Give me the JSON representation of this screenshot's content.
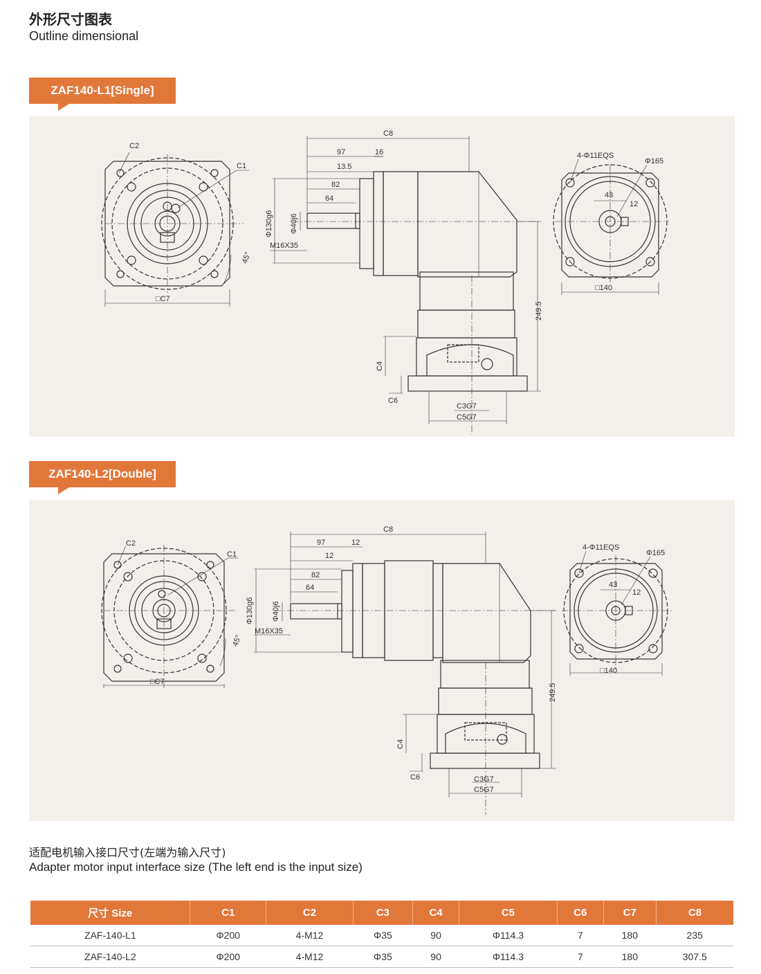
{
  "header": {
    "title_cn": "外形尺寸图表",
    "title_en": "Outline dimensional"
  },
  "drawing1": {
    "tag": "ZAF140-L1[Single]",
    "front_labels": {
      "c2": "C2",
      "c1": "C1",
      "c7": "□C7",
      "angle": "45°"
    },
    "side_labels": {
      "c8": "C8",
      "d97": "97",
      "d16": "16",
      "d13_5": "13.5",
      "d82": "82",
      "d64": "64",
      "phi130": "Φ130g6",
      "phi40": "Φ40j6",
      "m16": "M16X35",
      "d249_5": "249.5",
      "c4": "C4",
      "c6": "C6",
      "c3": "C3G7",
      "c5": "C5G7"
    },
    "rear_labels": {
      "holes": "4-Φ11EQS",
      "phi165": "Φ165",
      "d43": "43",
      "d12": "12",
      "sq140": "□140"
    }
  },
  "drawing2": {
    "tag": "ZAF140-L2[Double]",
    "front_labels": {
      "c2": "C2",
      "c1": "C1",
      "c7": "□C7",
      "angle": "45°"
    },
    "side_labels": {
      "c8": "C8",
      "d97": "97",
      "d12a": "12",
      "d12b": "12",
      "d82": "82",
      "d64": "64",
      "phi130": "Φ130g6",
      "phi40": "Φ40j6",
      "m16": "M16X35",
      "d249_5": "249.5",
      "c4": "C4",
      "c6": "C6",
      "c3": "C3G7",
      "c5": "C5G7"
    },
    "rear_labels": {
      "holes": "4-Φ11EQS",
      "phi165": "Φ165",
      "d43": "43",
      "d12": "12",
      "sq140": "□140"
    }
  },
  "adapter": {
    "title_cn": "适配电机输入接口尺寸(左端为输入尺寸)",
    "title_en": "Adapter motor input interface size (The left end is the input size)"
  },
  "table": {
    "headers": [
      "尺寸 Size",
      "C1",
      "C2",
      "C3",
      "C4",
      "C5",
      "C6",
      "C7",
      "C8"
    ],
    "rows": [
      [
        "ZAF-140-L1",
        "Φ200",
        "4-M12",
        "Φ35",
        "90",
        "Φ114.3",
        "7",
        "180",
        "235"
      ],
      [
        "ZAF-140-L2",
        "Φ200",
        "4-M12",
        "Φ35",
        "90",
        "Φ114.3",
        "7",
        "180",
        "307.5"
      ]
    ]
  }
}
